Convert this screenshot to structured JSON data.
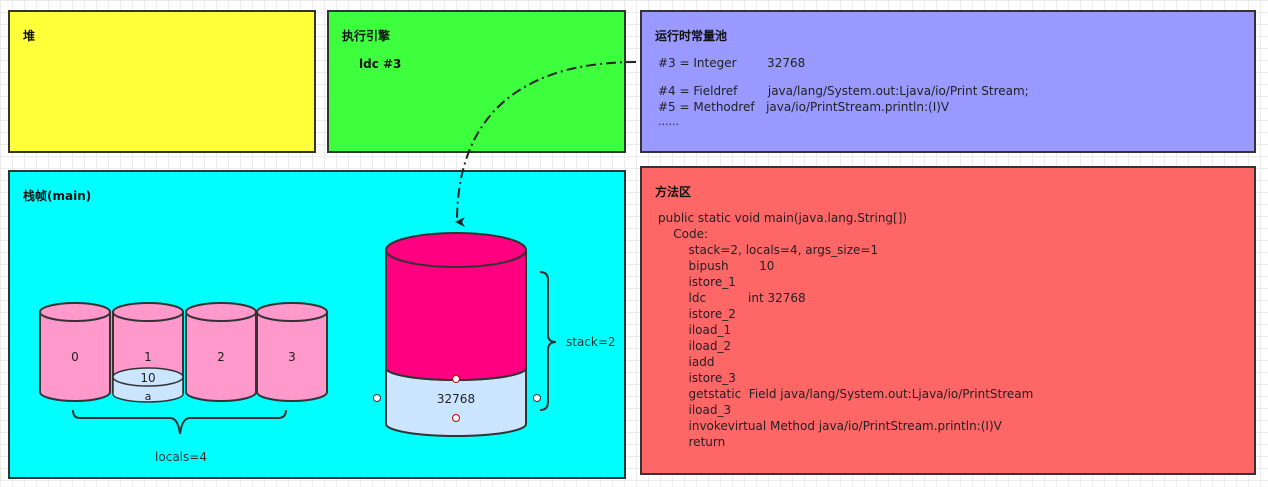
{
  "heap": {
    "title": "堆"
  },
  "engine": {
    "title": "执行引擎",
    "instruction": "ldc  #3"
  },
  "constant_pool": {
    "title": "运行时常量池",
    "entries": [
      "#3 = Integer        32768",
      "#4 = Fieldref        java/lang/System.out:Ljava/io/Print Stream;",
      "#5 = Methodref   java/io/PrintStream.println:(I)V",
      "......"
    ]
  },
  "frame": {
    "title": "栈帧(main)",
    "locals": [
      "0",
      "1",
      "2",
      "3"
    ],
    "slot1_value": "10",
    "slot1_name": "a",
    "locals_label": "locals=4",
    "stack_value": "32768",
    "stack_label": "stack=2"
  },
  "method_area": {
    "title": "方法区",
    "code": [
      "public static void main(java.lang.String[])",
      "    Code:",
      "        stack=2, locals=4, args_size=1",
      "        bipush        10",
      "        istore_1",
      "        ldc           int 32768",
      "        istore_2",
      "        iload_1",
      "        iload_2",
      "        iadd",
      "        istore_3",
      "        getstatic  Field java/lang/System.out:Ljava/io/PrintStream",
      "        iload_3",
      "        invokevirtual Method java/io/PrintStream.println:(I)V",
      "        return"
    ]
  },
  "colors": {
    "heap": "#ffff3a",
    "engine": "#3dff3d",
    "pool": "#9999ff",
    "frame": "#00ffff",
    "method": "#ff6666",
    "local_slot": "#ff99cc",
    "stack_top": "#ff0080",
    "stack_bottom": "#cce5ff"
  }
}
